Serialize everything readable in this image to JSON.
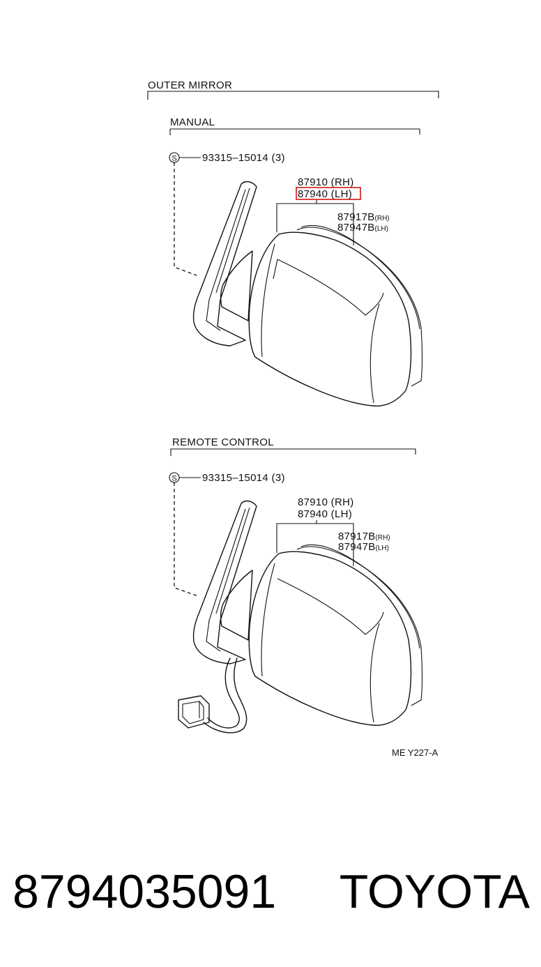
{
  "diagram": {
    "section_title": "OUTER MIRROR",
    "groups": [
      {
        "title": "MANUAL",
        "screw": {
          "symbol": "S",
          "part": "93315–15014 (3)"
        },
        "mirror_parts": [
          "87910 (RH)",
          "87940 (LH)"
        ],
        "glass_parts": [
          {
            "number": "87917B",
            "side": "(RH)"
          },
          {
            "number": "87947B",
            "side": "(LH)"
          }
        ],
        "highlighted_part": "87940 (LH)"
      },
      {
        "title": "REMOTE CONTROL",
        "screw": {
          "symbol": "S",
          "part": "93315–15014 (3)"
        },
        "mirror_parts": [
          "87910 (RH)",
          "87940 (LH)"
        ],
        "glass_parts": [
          {
            "number": "87917B",
            "side": "(RH)"
          },
          {
            "number": "87947B",
            "side": "(LH)"
          }
        ]
      }
    ],
    "figure_ref": "ME Y227-A",
    "highlight_color": "#d9302c"
  },
  "footer": {
    "part_number": "8794035091",
    "brand": "TOYOTA"
  }
}
